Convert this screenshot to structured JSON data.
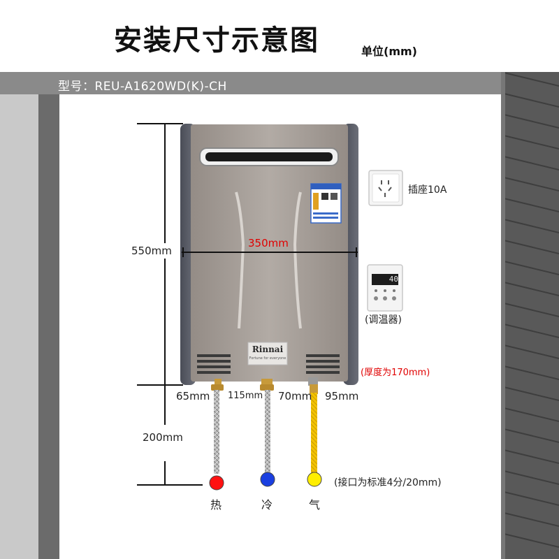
{
  "header": {
    "title": "安装尺寸示意图",
    "unit": "单位(mm)",
    "model": "型号：REU-A1620WD(K)-CH"
  },
  "heater": {
    "brand": "Rinnai",
    "tagline": "Fortune for everyone"
  },
  "dimensions": {
    "height": "550mm",
    "width": "350mm",
    "pipe_drop": "200mm",
    "thickness": "(厚度为170mm)",
    "spacings": [
      "65mm",
      "115mm",
      "70mm",
      "95mm"
    ]
  },
  "accessories": {
    "socket_label": "插座10A",
    "thermostat_label": "(调温器)",
    "thermostat_display": "40"
  },
  "connections": {
    "note": "(接口为标准4分/20mm)",
    "items": [
      {
        "label": "热",
        "color": "#ff1111"
      },
      {
        "label": "冷",
        "color": "#1a3fe0"
      },
      {
        "label": "气",
        "color": "#ffee00"
      }
    ]
  },
  "colors": {
    "heater_body": "#a8a09a",
    "side_panel": "#5a5d68",
    "dimension_text": "#e00000"
  }
}
